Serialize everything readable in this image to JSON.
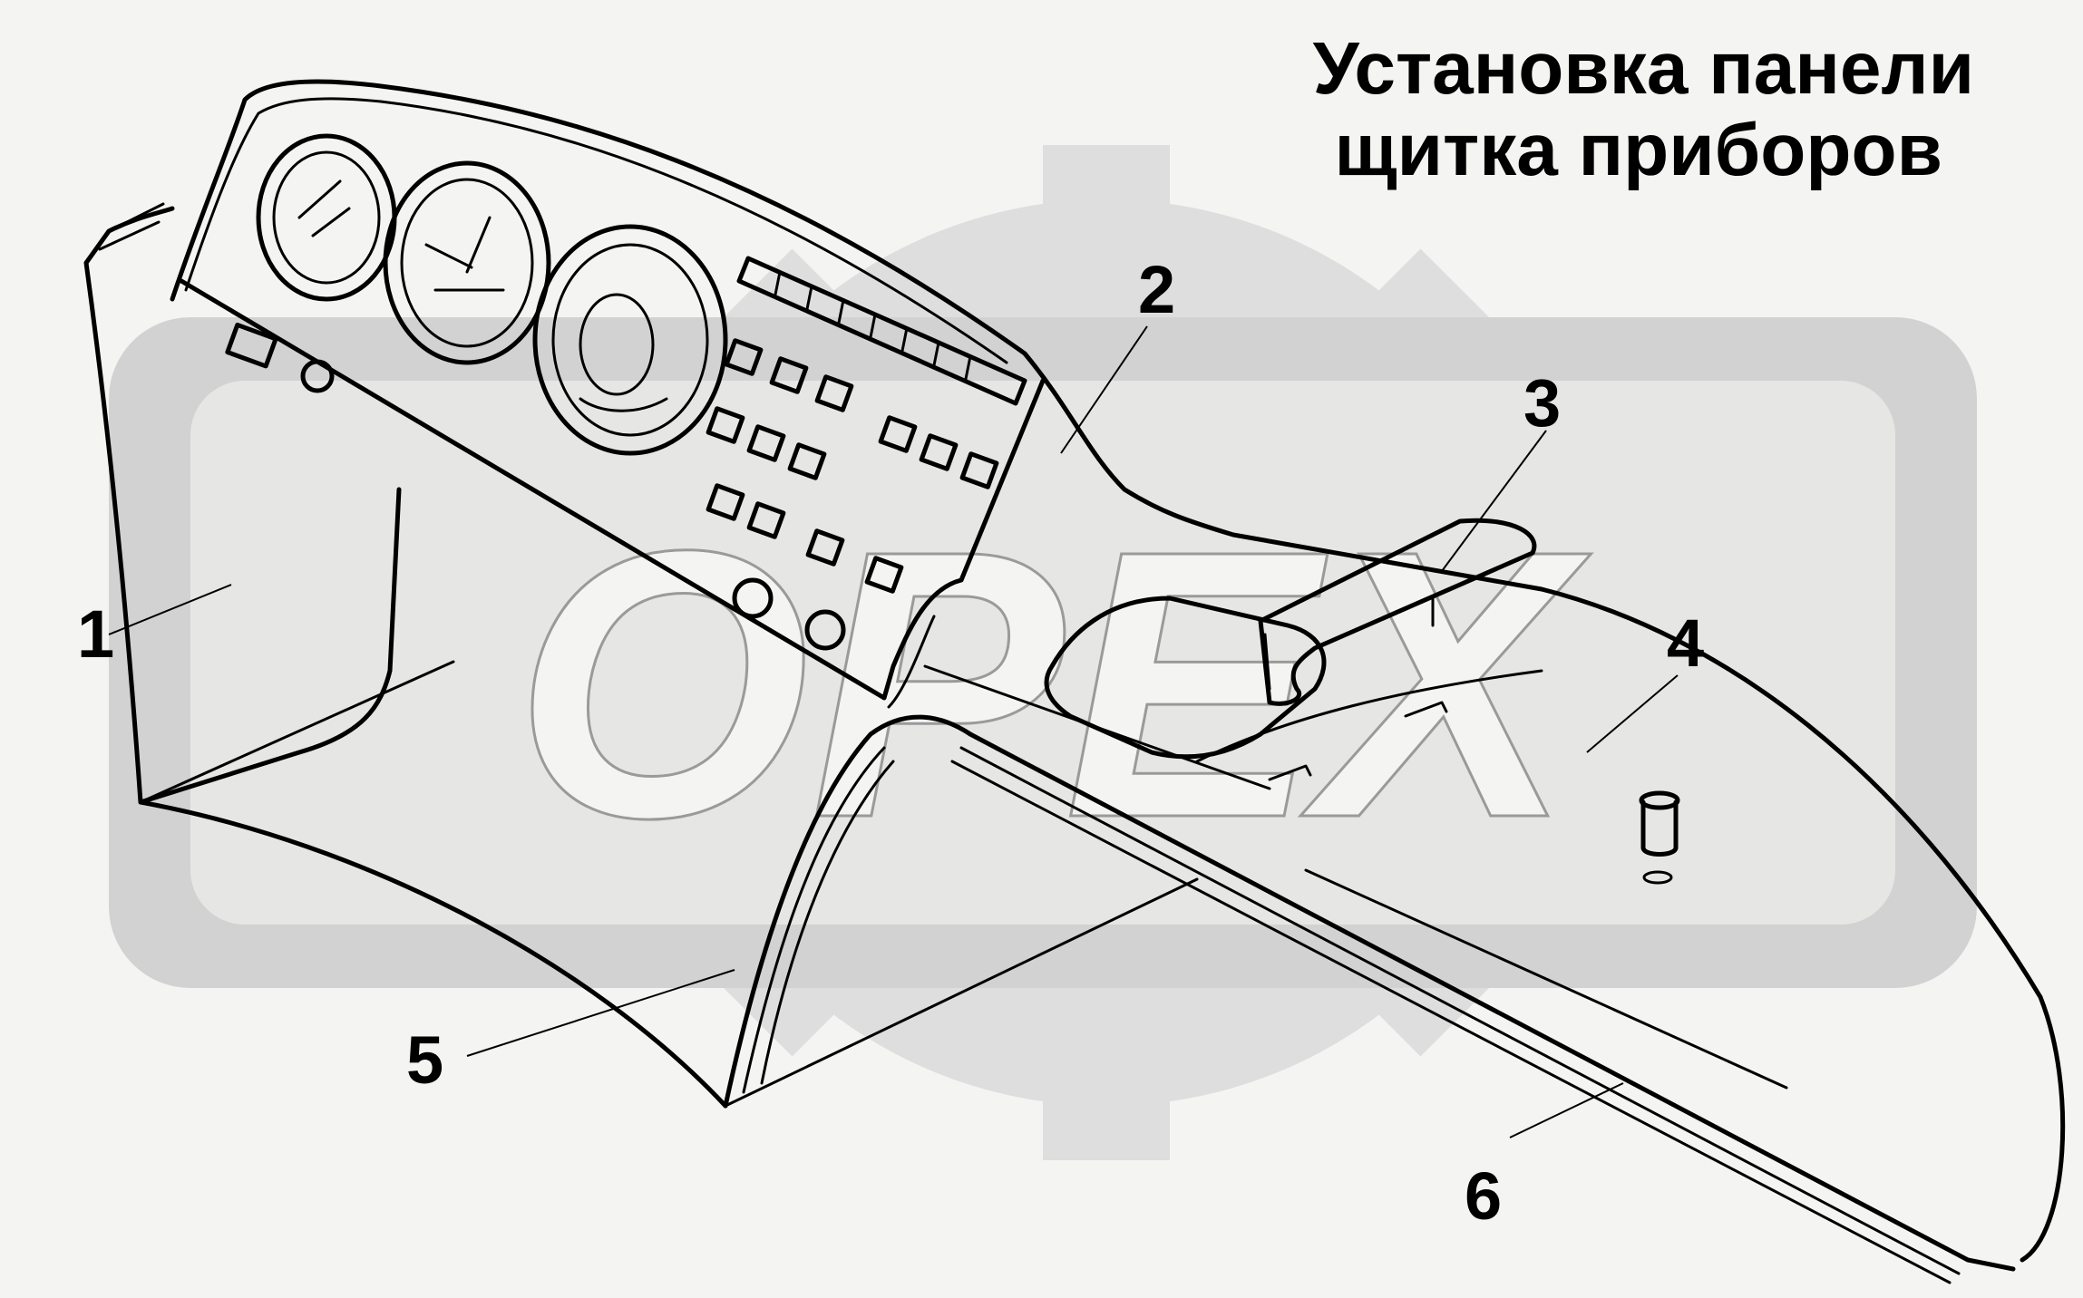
{
  "title": {
    "line1": "Установка панели",
    "line2": "щитка приборов"
  },
  "watermark": {
    "text": "OPEX"
  },
  "callouts": [
    {
      "id": "1",
      "label": "1"
    },
    {
      "id": "2",
      "label": "2"
    },
    {
      "id": "3",
      "label": "3"
    },
    {
      "id": "4",
      "label": "4"
    },
    {
      "id": "5",
      "label": "5"
    },
    {
      "id": "6",
      "label": "6"
    }
  ],
  "colors": {
    "background": "#f4f4f2",
    "watermark": "#d2d2d2",
    "ink": "#000000"
  }
}
